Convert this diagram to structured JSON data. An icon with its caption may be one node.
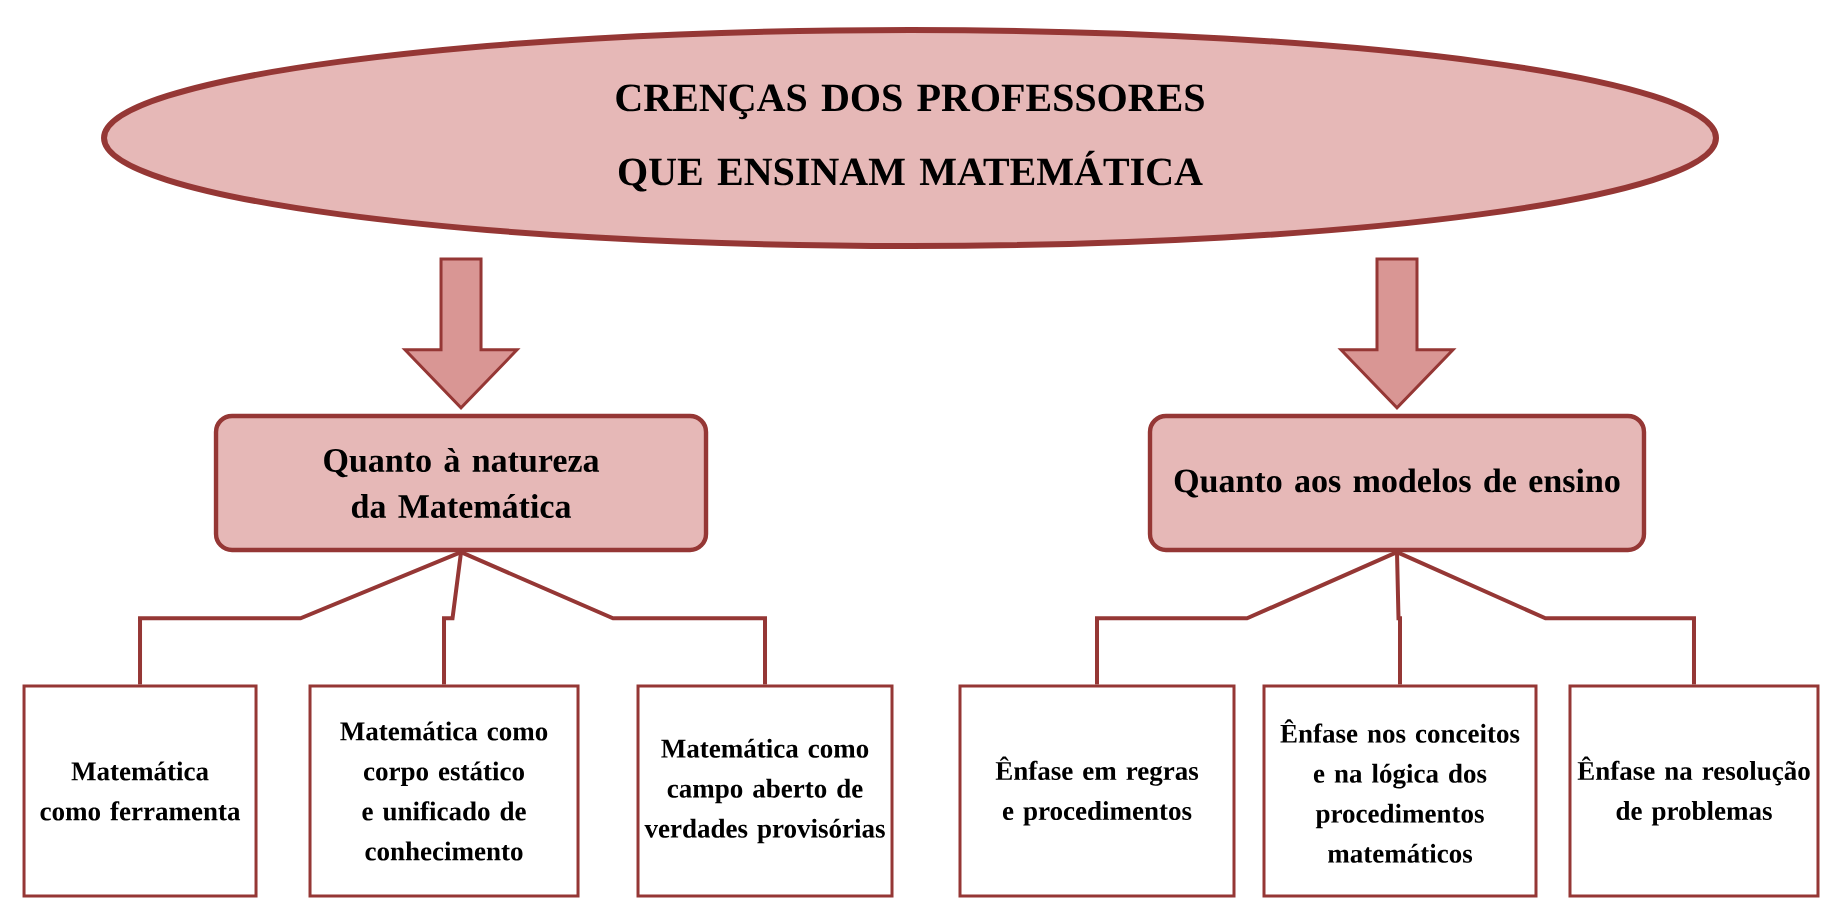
{
  "diagram": {
    "nodes": [
      {
        "text": [
          "CRENÇAS DOS PROFESSORES QUE ENSINAM MATEMÁTICA"
        ]
      },
      {
        "text": [
          "Quanto à natureza da Matemática"
        ]
      },
      {
        "text": [
          "Quanto aos modelos de ensino"
        ]
      },
      {
        "text": [
          "Matemática como ferramenta"
        ]
      },
      {
        "text": [
          "Matemática como corpo estático e unificado de conhecimento"
        ]
      },
      {
        "text": [
          "Matemática como campo aberto de verdades provisórias"
        ]
      },
      {
        "text": [
          "Ênfase em regras e procedimentos"
        ]
      },
      {
        "text": [
          "Ênfase nos conceitos e na lógica dos procedimentos matemáticos"
        ]
      },
      {
        "text": [
          "Ênfase na resolução de problemas"
        ]
      }
    ],
    "edges": [
      {
        "from": 0,
        "to": 1,
        "arrow": "to"
      },
      {
        "from": 0,
        "to": 2,
        "arrow": "to"
      },
      {
        "from": 1,
        "to": 3,
        "arrow": "none"
      },
      {
        "from": 1,
        "to": 4,
        "arrow": "none"
      },
      {
        "from": 1,
        "to": 5,
        "arrow": "none"
      },
      {
        "from": 2,
        "to": 6,
        "arrow": "none"
      },
      {
        "from": 2,
        "to": 7,
        "arrow": "none"
      },
      {
        "from": 2,
        "to": 8,
        "arrow": "none"
      }
    ]
  }
}
